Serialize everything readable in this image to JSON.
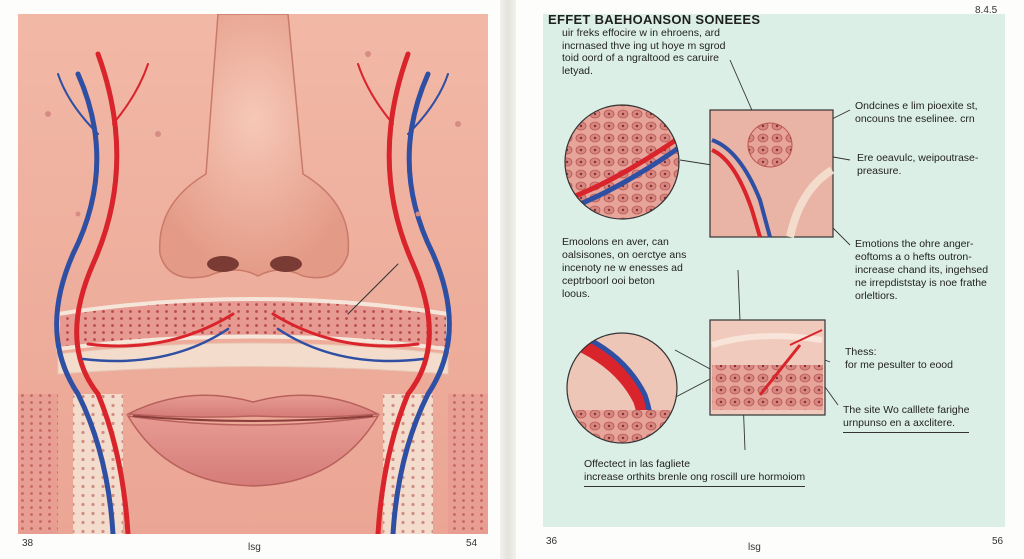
{
  "left_page": {
    "folio_left": "38",
    "folio_center": "lsg",
    "folio_right": "54"
  },
  "right_page": {
    "folio_top_right": "8.4.5",
    "folio_left": "36",
    "folio_center": "lsg",
    "folio_right": "56",
    "heading": "EFFET BAEHOANSON SONEEES",
    "intro": [
      "uir freks effocire w in ehroens, ard",
      "incrnased thve ing ut hoye m sgrod",
      "toid oord of a ngraltood es caruire",
      "letyad."
    ],
    "notes": {
      "top_right": [
        "Ondcines e lim pioexite st,",
        "oncouns tne eselinee. crn"
      ],
      "mid_right": [
        "Ere oeavulc, weipoutrase-",
        "preasure."
      ],
      "left_mid": [
        "Emoolons en aver, can",
        "oalsisones, on oerctye ans",
        "incenoty ne w enesses ad",
        "ceptrboorl ooi beton",
        "loous."
      ],
      "right_mid": [
        "Emotions the ohre anger-",
        "eoftoms a o hefts outron-",
        "increase chand its, ingehsed",
        "ne irrepdiststay is noe frathe",
        "orleltiors."
      ],
      "lower_right_a": [
        "Thess:",
        "for me pesulter to eood"
      ],
      "lower_right_b": [
        "The site Wo calllete farighe",
        "urnpunso en a axclitere."
      ],
      "bottom": [
        "Offectect  in las fagliete",
        "increase orthits brenle ong roscill ure hormoiom"
      ]
    },
    "colors": {
      "panel": "#dcefe6",
      "artery": "#d9242b",
      "vein": "#2f4fa3",
      "tissue": "#e8a9a0"
    }
  }
}
